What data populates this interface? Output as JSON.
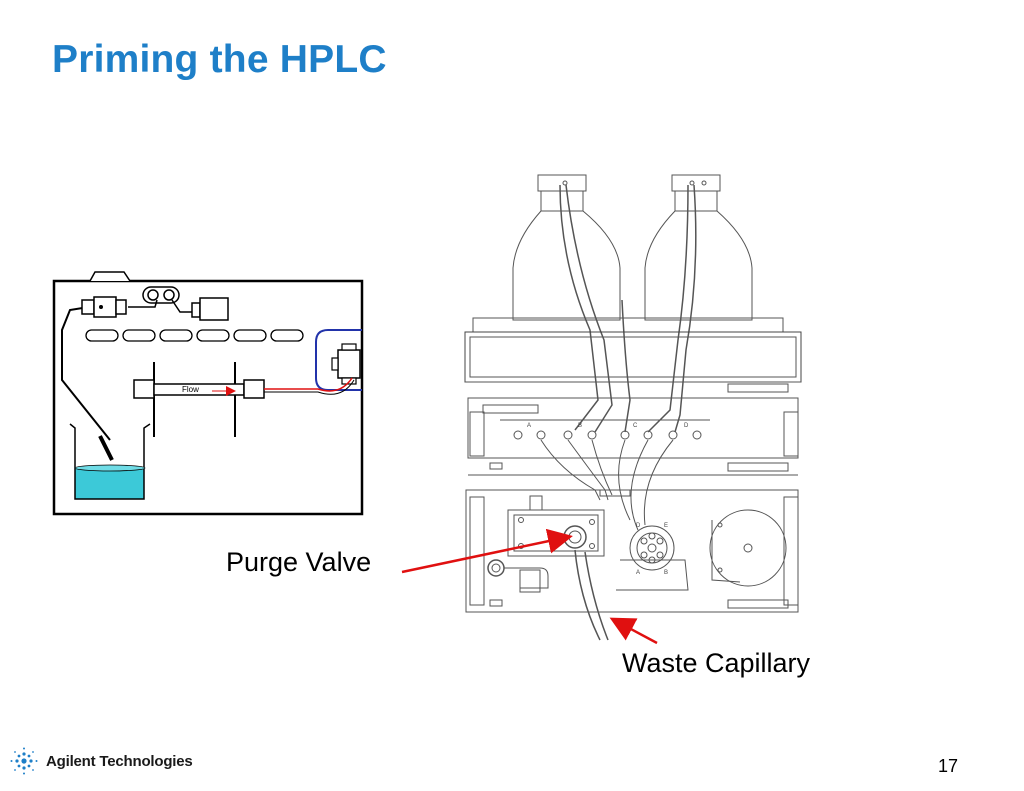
{
  "slide": {
    "title": "Priming the HPLC",
    "page_number": "17"
  },
  "callouts": {
    "purge_valve": "Purge Valve",
    "waste_capillary": "Waste Capillary"
  },
  "inset": {
    "flow_label": "Flow"
  },
  "pump": {
    "channel_labels": [
      "A",
      "B",
      "C",
      "D"
    ],
    "valve_labels": [
      "A",
      "B",
      "D",
      "E"
    ]
  },
  "footer": {
    "brand": "Agilent Technologies"
  },
  "colors": {
    "title": "#1e7fc8",
    "callout_arrow": "#e01010",
    "solvent": "#3cc9d8",
    "inset_loop": "#2233aa"
  }
}
